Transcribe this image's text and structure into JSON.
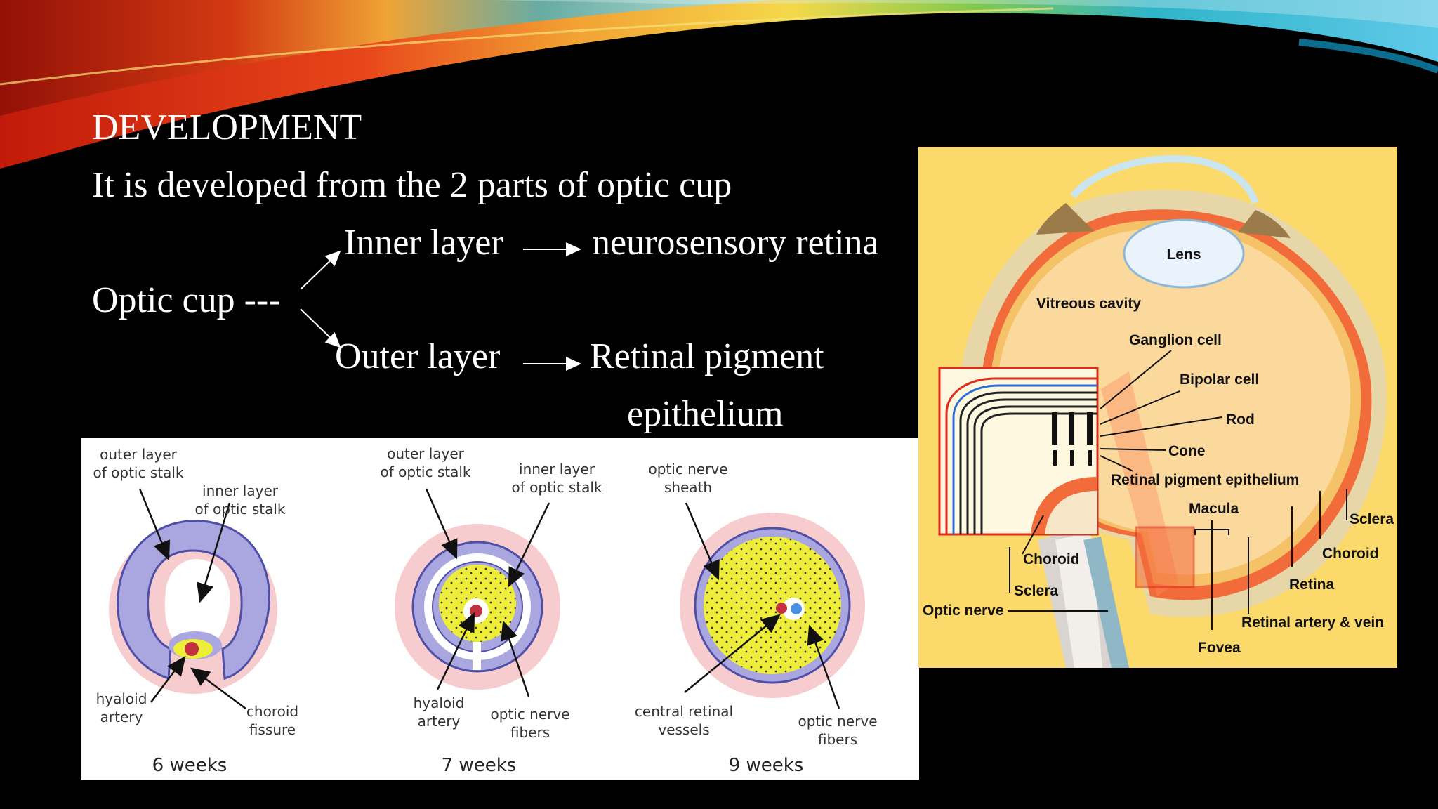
{
  "slide": {
    "title": "DEVELOPMENT",
    "intro": "It is developed from the 2 parts of optic cup",
    "optic_cup": "Optic cup ---",
    "inner_layer": "Inner layer",
    "inner_result": "neurosensory retina",
    "outer_layer": "Outer layer",
    "outer_result_1": "Retinal pigment",
    "outer_result_2": "epithelium"
  },
  "left_figure": {
    "outer_layer_1": "outer layer",
    "outer_layer_2": "of optic stalk",
    "inner_layer_1": "inner layer",
    "inner_layer_2": "of optic stalk",
    "hyaloid_1": "hyaloid",
    "hyaloid_2": "artery",
    "choroid_1": "choroid",
    "choroid_2": "fissure",
    "nerve_fibers_1": "optic nerve",
    "nerve_fibers_2": "fibers",
    "sheath_1": "optic nerve",
    "sheath_2": "sheath",
    "central_1": "central retinal",
    "central_2": "vessels",
    "week_6": "6 weeks",
    "week_7": "7 weeks",
    "week_9": "9 weeks"
  },
  "right_figure": {
    "lens": "Lens",
    "vitreous": "Vitreous cavity",
    "ganglion": "Ganglion cell",
    "bipolar": "Bipolar cell",
    "rod": "Rod",
    "cone": "Cone",
    "rpe": "Retinal pigment epithelium",
    "macula": "Macula",
    "sclera": "Sclera",
    "choroid": "Choroid",
    "retina": "Retina",
    "optic_nerve": "Optic nerve",
    "artery_vein": "Retinal artery & vein",
    "fovea": "Fovea"
  },
  "colors": {
    "background": "#000000",
    "text": "#ffffff",
    "eye_figure_background": "#fcd96b",
    "highlight_box": "#e02a1c"
  }
}
